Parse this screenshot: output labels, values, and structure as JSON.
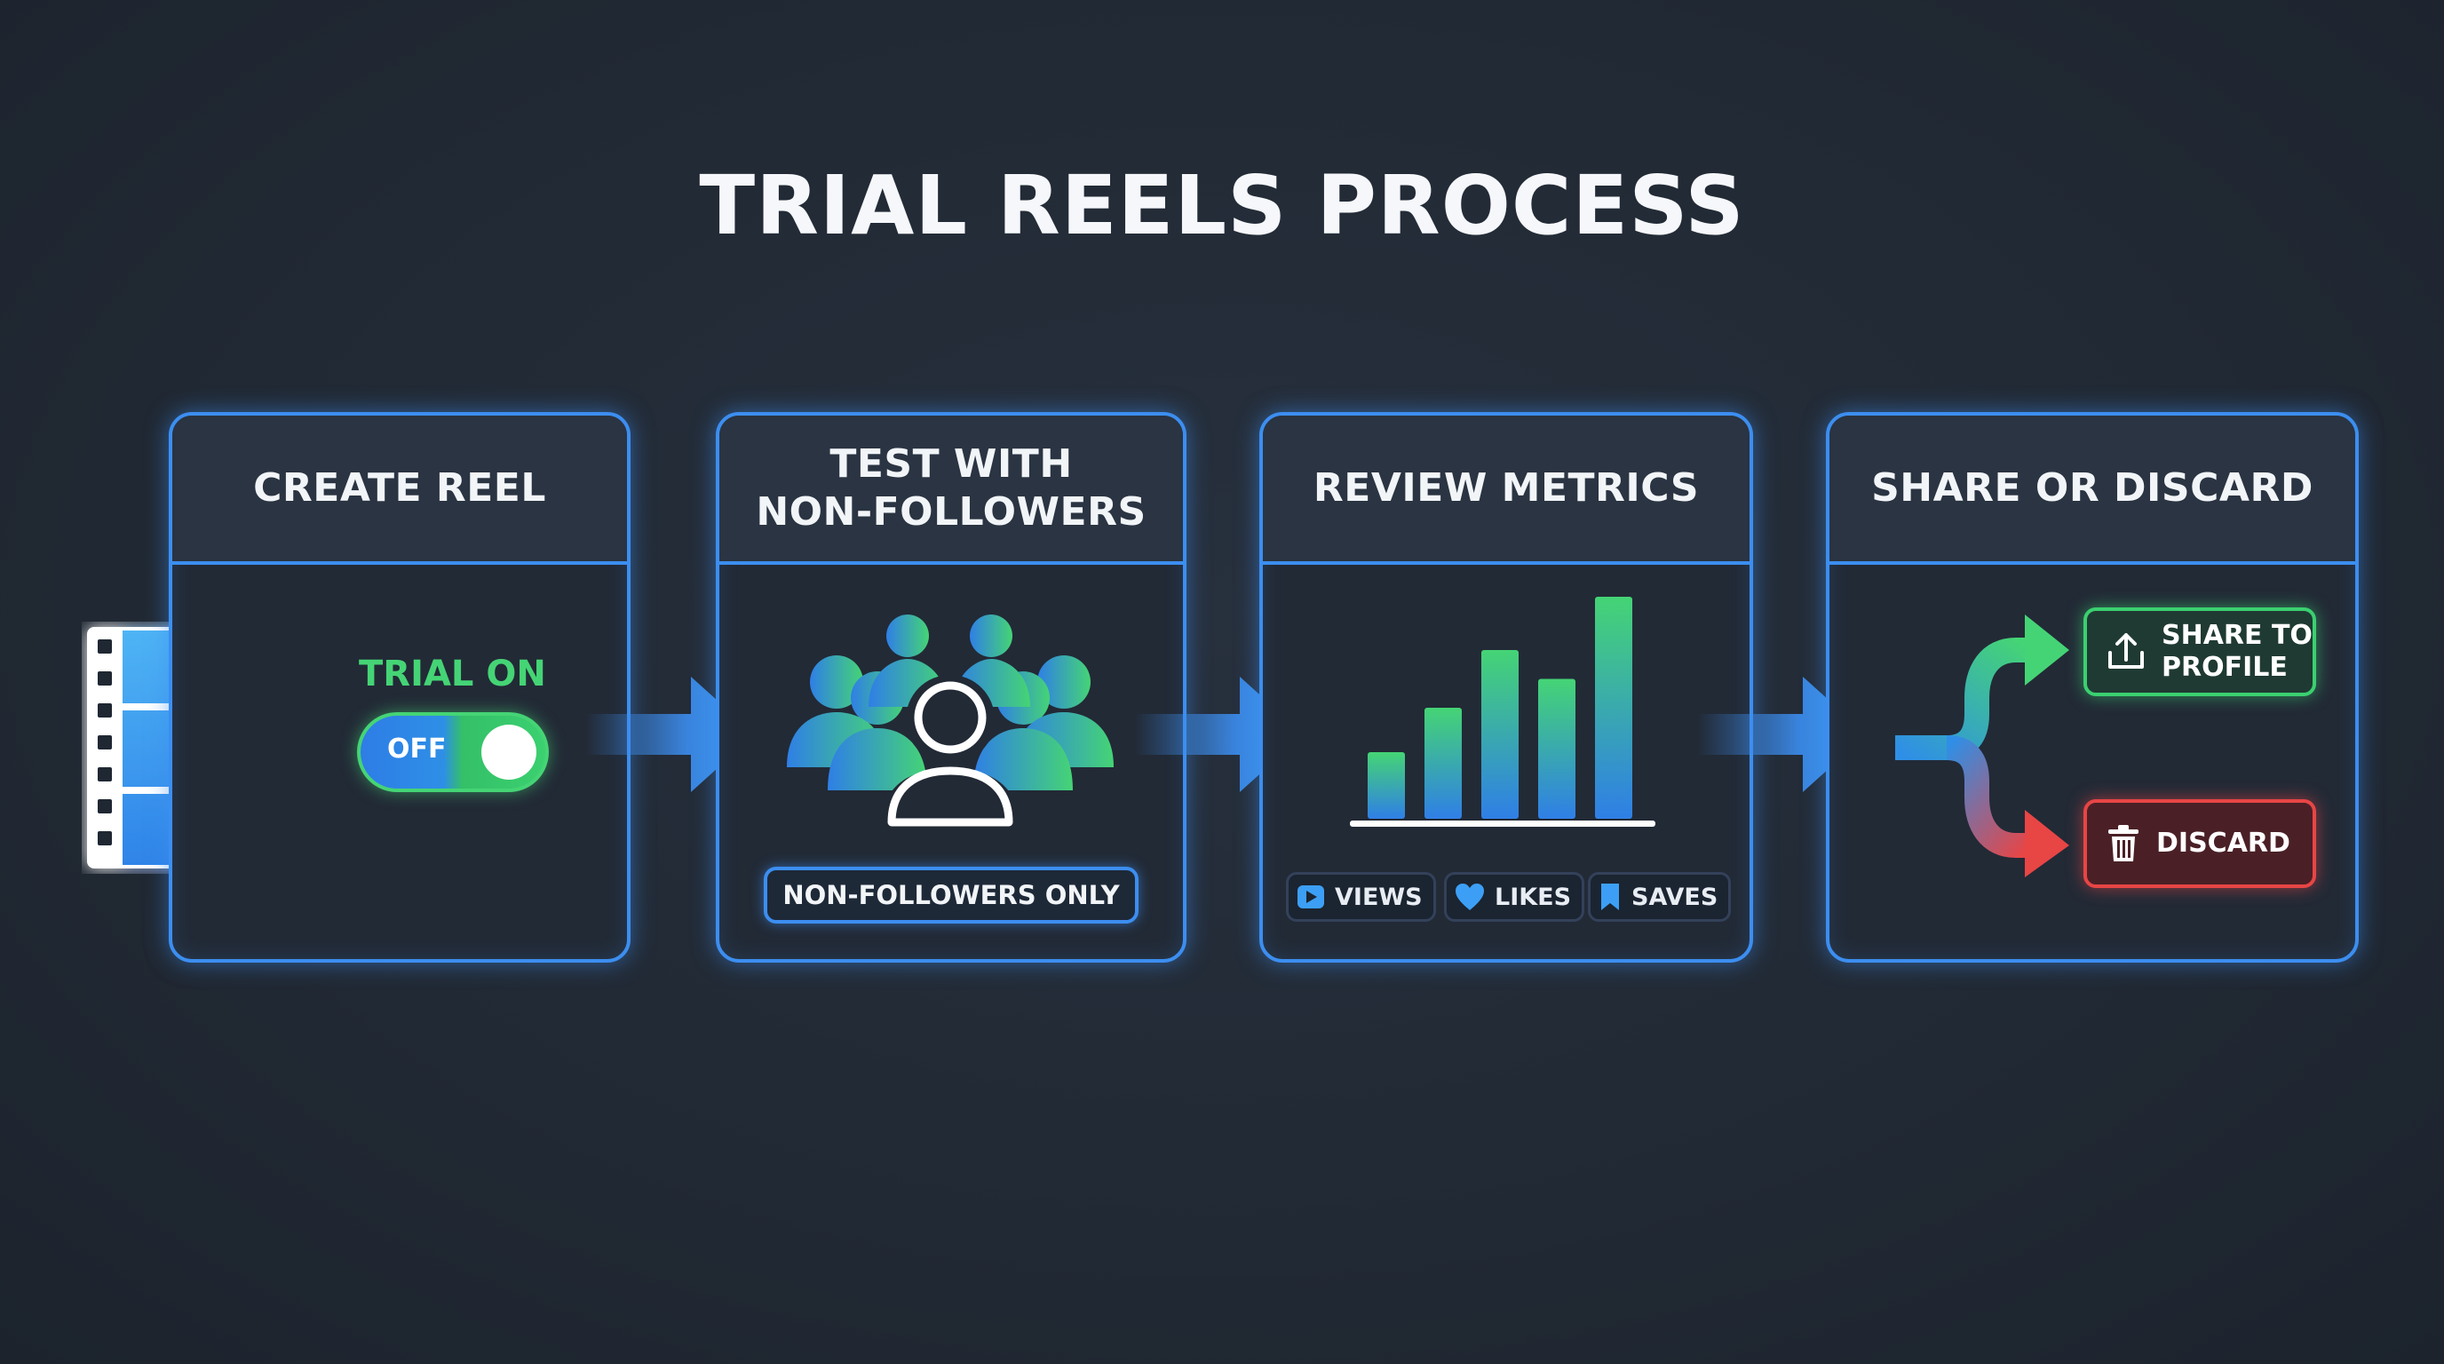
{
  "title": "TRIAL REELS PROCESS",
  "colors": {
    "panel_border": "#3c8ef0",
    "accent_green": "#45d475",
    "accent_blue": "#2e8fe6",
    "discard_red": "#e84545"
  },
  "steps": [
    {
      "heading_lines": [
        "CREATE REEL"
      ],
      "icon": "film-strip-icon"
    },
    {
      "heading_lines": [
        "TEST WITH",
        "NON-FOLLOWERS"
      ],
      "icon": "group-users-icon"
    },
    {
      "heading_lines": [
        "REVIEW METRICS"
      ],
      "icon": "bar-chart-icon"
    },
    {
      "heading_lines": [
        "SHARE OR DISCARD"
      ],
      "icon": "branch-arrows-icon"
    }
  ],
  "create": {
    "trial_label": "TRIAL ON",
    "toggle_text": "OFF",
    "toggle_state": "on"
  },
  "test": {
    "badge": "NON-FOLLOWERS ONLY"
  },
  "metrics": {
    "chips": [
      {
        "label": "VIEWS",
        "icon": "play-icon"
      },
      {
        "label": "LIKES",
        "icon": "heart-icon"
      },
      {
        "label": "SAVES",
        "icon": "bookmark-icon"
      }
    ],
    "bar_values": [
      0.3,
      0.5,
      0.76,
      0.63,
      1.0
    ]
  },
  "decide": {
    "share_lines": [
      "SHARE TO",
      "PROFILE"
    ],
    "discard_label": "DISCARD"
  }
}
